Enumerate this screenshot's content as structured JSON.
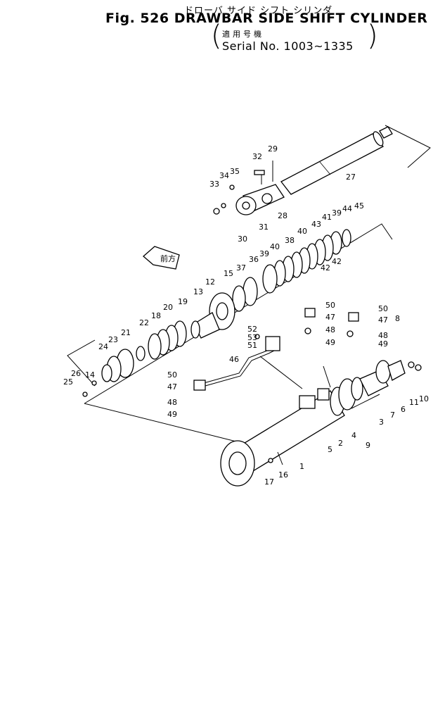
{
  "header": {
    "title_jp": "ドローバ サイド シフト シリンダ",
    "title_en": "Fig. 526  DRAWBAR SIDE SHIFT CYLINDER",
    "serial_jp": "適用号機",
    "serial_en": "Serial No. 1003~1335"
  },
  "direction_tag": "前方",
  "labels": [
    {
      "id": "p29",
      "text": "29"
    },
    {
      "id": "p32",
      "text": "32"
    },
    {
      "id": "p35",
      "text": "35"
    },
    {
      "id": "p34",
      "text": "34"
    },
    {
      "id": "p33",
      "text": "33"
    },
    {
      "id": "p27",
      "text": "27"
    },
    {
      "id": "p28",
      "text": "28"
    },
    {
      "id": "p31",
      "text": "31"
    },
    {
      "id": "p30",
      "text": "30"
    },
    {
      "id": "p45",
      "text": "45"
    },
    {
      "id": "p44",
      "text": "44"
    },
    {
      "id": "p39a",
      "text": "39"
    },
    {
      "id": "p41",
      "text": "41"
    },
    {
      "id": "p43",
      "text": "43"
    },
    {
      "id": "p40a",
      "text": "40"
    },
    {
      "id": "p38",
      "text": "38"
    },
    {
      "id": "p42a",
      "text": "42"
    },
    {
      "id": "p42b",
      "text": "42"
    },
    {
      "id": "p40b",
      "text": "40"
    },
    {
      "id": "p39b",
      "text": "39"
    },
    {
      "id": "p36",
      "text": "36"
    },
    {
      "id": "p37",
      "text": "37"
    },
    {
      "id": "p15",
      "text": "15"
    },
    {
      "id": "p12",
      "text": "12"
    },
    {
      "id": "p13",
      "text": "13"
    },
    {
      "id": "p19",
      "text": "19"
    },
    {
      "id": "p20",
      "text": "20"
    },
    {
      "id": "p18",
      "text": "18"
    },
    {
      "id": "p22",
      "text": "22"
    },
    {
      "id": "p21",
      "text": "21"
    },
    {
      "id": "p23",
      "text": "23"
    },
    {
      "id": "p24",
      "text": "24"
    },
    {
      "id": "p26",
      "text": "26"
    },
    {
      "id": "p14",
      "text": "14"
    },
    {
      "id": "p25",
      "text": "25"
    },
    {
      "id": "p50a",
      "text": "50"
    },
    {
      "id": "p47a",
      "text": "47"
    },
    {
      "id": "p48a",
      "text": "48"
    },
    {
      "id": "p49a",
      "text": "49"
    },
    {
      "id": "p50b",
      "text": "50"
    },
    {
      "id": "p47b",
      "text": "47"
    },
    {
      "id": "p48b",
      "text": "48"
    },
    {
      "id": "p49b",
      "text": "49"
    },
    {
      "id": "p8",
      "text": "8"
    },
    {
      "id": "p52",
      "text": "52"
    },
    {
      "id": "p53",
      "text": "53"
    },
    {
      "id": "p51",
      "text": "51"
    },
    {
      "id": "p46",
      "text": "46"
    },
    {
      "id": "p50c",
      "text": "50"
    },
    {
      "id": "p47c",
      "text": "47"
    },
    {
      "id": "p48c",
      "text": "48"
    },
    {
      "id": "p49c",
      "text": "49"
    },
    {
      "id": "p5",
      "text": "5"
    },
    {
      "id": "p2",
      "text": "2"
    },
    {
      "id": "p4",
      "text": "4"
    },
    {
      "id": "p9",
      "text": "9"
    },
    {
      "id": "p3",
      "text": "3"
    },
    {
      "id": "p6",
      "text": "6"
    },
    {
      "id": "p7",
      "text": "7"
    },
    {
      "id": "p11",
      "text": "11"
    },
    {
      "id": "p10",
      "text": "10"
    },
    {
      "id": "p1",
      "text": "1"
    },
    {
      "id": "p17",
      "text": "17"
    },
    {
      "id": "p16",
      "text": "16"
    }
  ]
}
